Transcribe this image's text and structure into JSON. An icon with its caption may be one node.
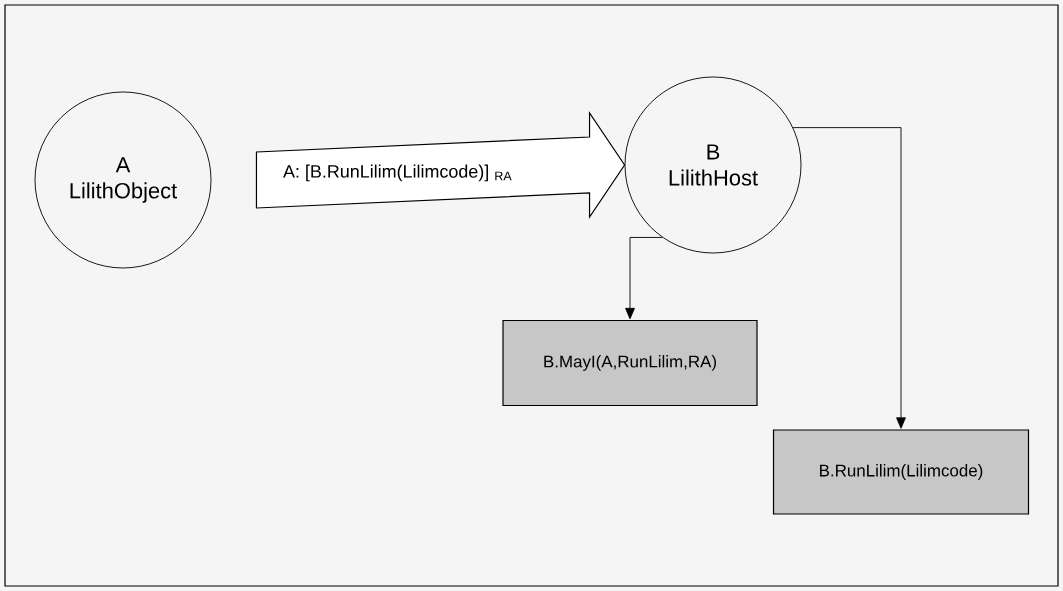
{
  "diagram": {
    "nodes": [
      {
        "text": [
          "A",
          "LilithObject"
        ]
      },
      {
        "text": [
          "B",
          "LilithHost"
        ]
      },
      {
        "text": [
          "B.MayI(A,RunLilim,RA)"
        ]
      },
      {
        "text": [
          "B.RunLilim(Lilimcode)"
        ]
      }
    ],
    "edges": [
      {
        "from": 0,
        "to": 1,
        "arrow": "to",
        "label": "A:  [B.RunLilim(Lilimcode)] $_{RA}$",
        "style": "thick"
      },
      {
        "from": 1,
        "to": 2,
        "arrow": "to"
      },
      {
        "from": 1,
        "to": 3,
        "arrow": "to"
      }
    ]
  }
}
